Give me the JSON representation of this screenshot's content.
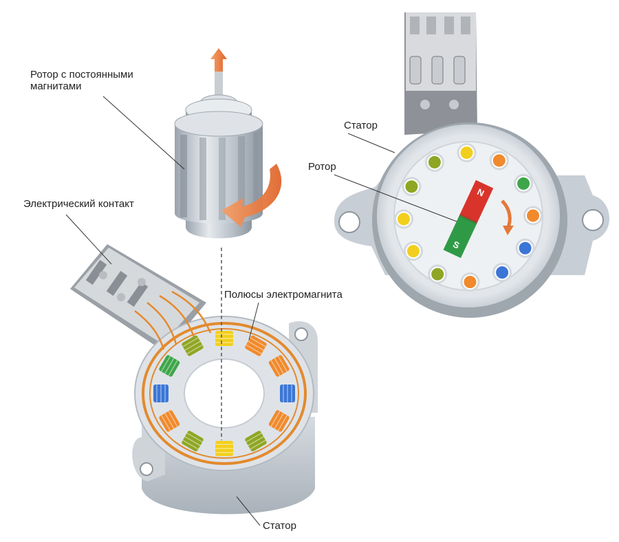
{
  "labels": {
    "rotor_permanent_line1": "Ротор с постоянными",
    "rotor_permanent_line2": "магнитами",
    "electric_contact": "Электрический контакт",
    "electromagnet_poles": "Полюсы электромагнита",
    "stator_bottom": "Статор",
    "stator_top": "Статор",
    "rotor_top": "Ротор"
  },
  "magnet": {
    "north": "N",
    "south": "S"
  },
  "colors": {
    "north": "#d9342b",
    "south": "#2f9a46",
    "yellow": "#f2cf1d",
    "orange": "#f08a2c",
    "olive": "#8fa624",
    "blue": "#3b76d6",
    "green": "#3ea64a",
    "copper": "#e38a2e"
  },
  "top_poles": [
    "olive",
    "yellow",
    "orange",
    "green",
    "orange",
    "blue",
    "blue",
    "orange",
    "olive",
    "yellow",
    "yellow",
    "olive"
  ],
  "bottom_coils": [
    "yellow",
    "orange",
    "orange",
    "blue",
    "orange",
    "olive",
    "yellow",
    "olive",
    "orange",
    "blue",
    "green",
    "olive"
  ]
}
